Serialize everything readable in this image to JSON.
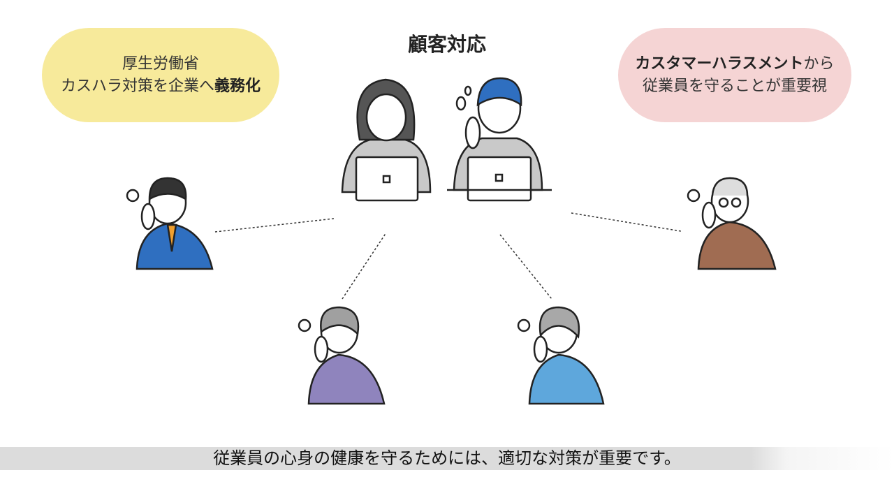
{
  "title": "顧客対応",
  "left_bubble": {
    "line1": "厚生労働省",
    "line2_regular": "カスハラ対策を企業へ",
    "line2_bold": "義務化",
    "color": "#f7ea9b"
  },
  "right_bubble": {
    "line1_bold": "カスタマーハラスメント",
    "line1_regular": "から",
    "line2": "従業員を守ることが重要視",
    "color": "#f5d4d4"
  },
  "subtitle": "従業員の心身の健康を守るためには、適切な対策が重要です。",
  "customers": [
    {
      "shirt": "#2f6fc0",
      "hair": "#333"
    },
    {
      "shirt": "#8f84bd",
      "hair": "#a0a0a0"
    },
    {
      "shirt": "#5ea7dc",
      "hair": "#a8a8a8"
    },
    {
      "shirt": "#a06c52",
      "hair": "#ddd"
    }
  ]
}
